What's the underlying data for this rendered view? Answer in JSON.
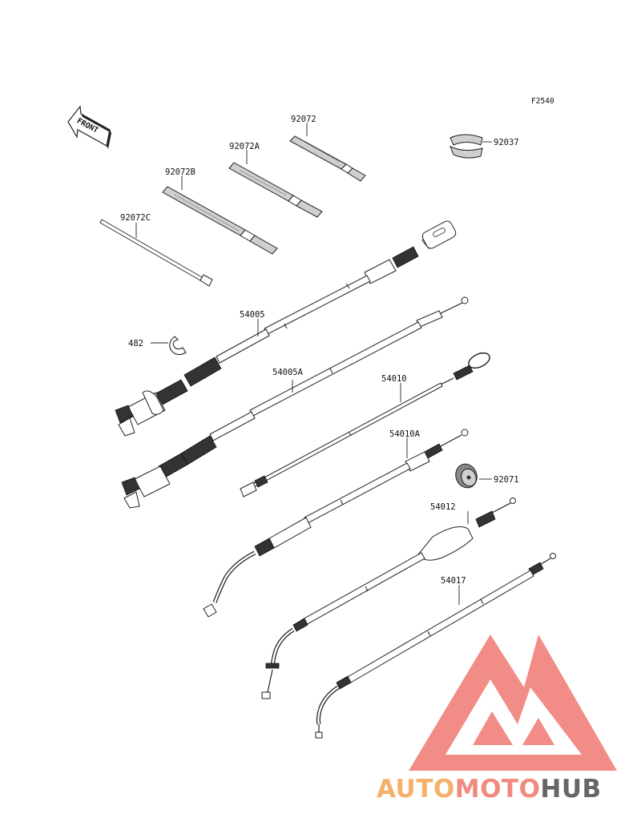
{
  "figure_code": "F2540",
  "front_label": "FRONT",
  "parts": {
    "p92072": "92072",
    "p92072a": "92072A",
    "p92072b": "92072B",
    "p92072c": "92072C",
    "p92037": "92037",
    "p54005": "54005",
    "p482": "482",
    "p54005a": "54005A",
    "p54010": "54010",
    "p54010a": "54010A",
    "p92071": "92071",
    "p54012": "54012",
    "p54017": "54017"
  },
  "watermark": {
    "part1": "AUTO",
    "part2": "MOTO",
    "part3": "HUB",
    "color1": "#f5b06a",
    "color2": "#f08a80",
    "color3": "#666666",
    "triangle_color": "#ef7a72"
  }
}
